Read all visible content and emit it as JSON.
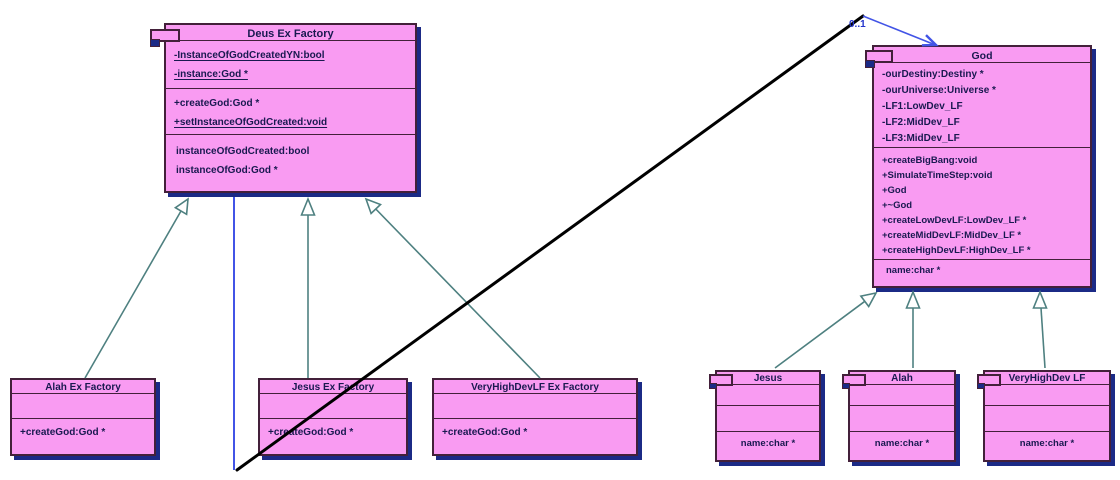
{
  "diagram": {
    "background": "#ffffff",
    "colors": {
      "class_fill": "#f99bf2",
      "class_border": "#43203a",
      "class_shadow": "#1b2a86",
      "text": "#191950",
      "inheritance_line": "#4e8080",
      "association_line_blue": "#4254e6",
      "association_line_black": "#000000",
      "multiplicity_color": "#2334cc"
    },
    "classes": {
      "deus": {
        "title": "Deus Ex Factory",
        "attributes": [
          "-InstanceOfGodCreatedYN:bool",
          "-instance:God *"
        ],
        "operations": [
          "+createGod:God *",
          "+setInstanceOfGodCreated:void"
        ],
        "properties": [
          "instanceOfGodCreated:bool",
          "instanceOfGod:God *"
        ]
      },
      "alah_factory": {
        "title": "Alah Ex Factory",
        "operations": [
          "+createGod:God *"
        ]
      },
      "jesus_factory": {
        "title": "Jesus Ex Factory",
        "operations": [
          "+createGod:God *"
        ]
      },
      "vhd_factory": {
        "title": "VeryHighDevLF Ex Factory",
        "operations": [
          "+createGod:God *"
        ]
      },
      "god": {
        "title": "God",
        "attributes": [
          "-ourDestiny:Destiny *",
          "-ourUniverse:Universe *",
          "-LF1:LowDev_LF",
          "-LF2:MidDev_LF",
          "-LF3:MidDev_LF"
        ],
        "operations": [
          "+createBigBang:void",
          "+SimulateTimeStep:void",
          "+God",
          "+~God",
          "+createLowDevLF:LowDev_LF *",
          "+createMidDevLF:MidDev_LF *",
          "+createHighDevLF:HighDev_LF *"
        ],
        "properties": [
          "name:char *"
        ]
      },
      "jesus": {
        "title": "Jesus",
        "properties": [
          "name:char *"
        ]
      },
      "alah": {
        "title": "Alah",
        "properties": [
          "name:char *"
        ]
      },
      "vhd_lf": {
        "title": "VeryHighDev LF",
        "properties": [
          "name:char *"
        ]
      }
    },
    "association": {
      "multiplicity": "0..1"
    }
  }
}
